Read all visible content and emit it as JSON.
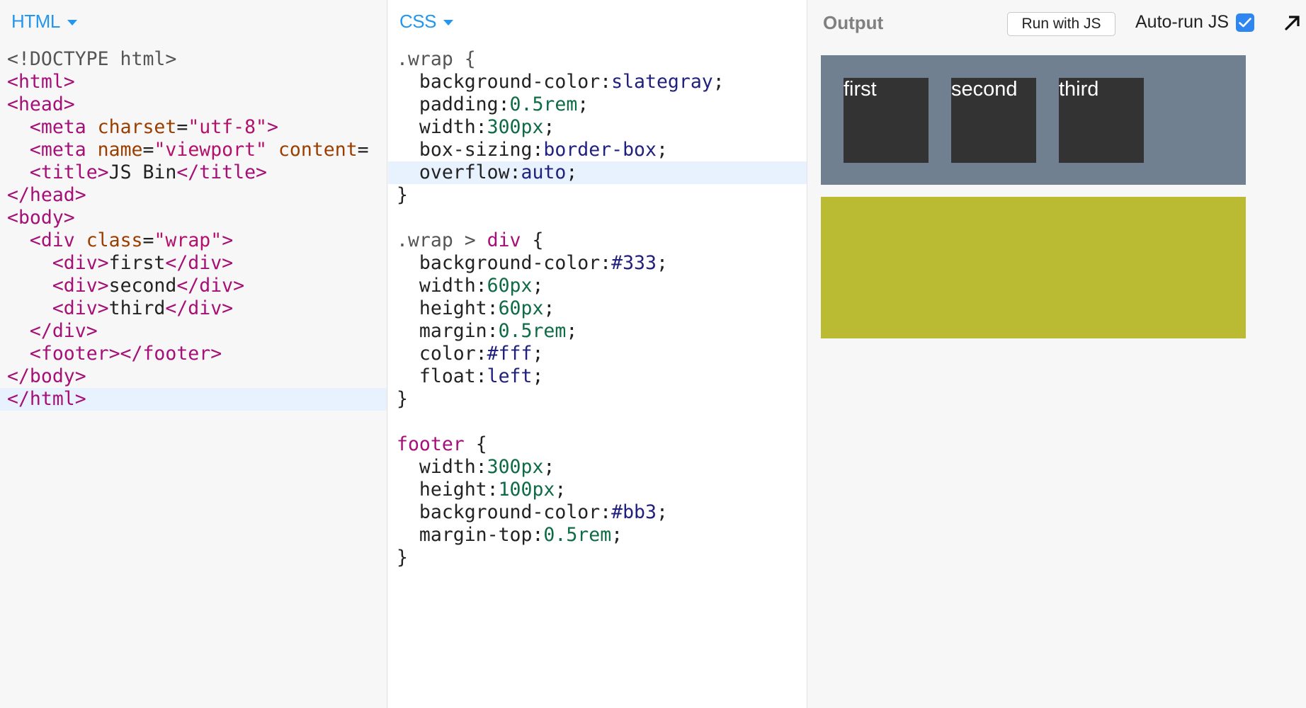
{
  "html_panel": {
    "label": "HTML",
    "lines": [
      [
        {
          "c": "doctype",
          "t": "<!DOCTYPE html>"
        }
      ],
      [
        {
          "c": "tag",
          "t": "<html>"
        }
      ],
      [
        {
          "c": "tag",
          "t": "<head>"
        }
      ],
      [
        {
          "c": "plain",
          "t": "  "
        },
        {
          "c": "tag",
          "t": "<meta "
        },
        {
          "c": "attr",
          "t": "charset"
        },
        {
          "c": "plain",
          "t": "="
        },
        {
          "c": "str",
          "t": "\"utf-8\""
        },
        {
          "c": "tag",
          "t": ">"
        }
      ],
      [
        {
          "c": "plain",
          "t": "  "
        },
        {
          "c": "tag",
          "t": "<meta "
        },
        {
          "c": "attr",
          "t": "name"
        },
        {
          "c": "plain",
          "t": "="
        },
        {
          "c": "str",
          "t": "\"viewport\""
        },
        {
          "c": "plain",
          "t": " "
        },
        {
          "c": "attr",
          "t": "content"
        },
        {
          "c": "plain",
          "t": "="
        }
      ],
      [
        {
          "c": "plain",
          "t": "  "
        },
        {
          "c": "tag",
          "t": "<title>"
        },
        {
          "c": "plain",
          "t": "JS Bin"
        },
        {
          "c": "tag",
          "t": "</title>"
        }
      ],
      [
        {
          "c": "tag",
          "t": "</head>"
        }
      ],
      [
        {
          "c": "tag",
          "t": "<body>"
        }
      ],
      [
        {
          "c": "plain",
          "t": "  "
        },
        {
          "c": "tag",
          "t": "<div "
        },
        {
          "c": "attr",
          "t": "class"
        },
        {
          "c": "plain",
          "t": "="
        },
        {
          "c": "str",
          "t": "\"wrap\""
        },
        {
          "c": "tag",
          "t": ">"
        }
      ],
      [
        {
          "c": "plain",
          "t": "    "
        },
        {
          "c": "tag",
          "t": "<div>"
        },
        {
          "c": "plain",
          "t": "first"
        },
        {
          "c": "tag",
          "t": "</div>"
        }
      ],
      [
        {
          "c": "plain",
          "t": "    "
        },
        {
          "c": "tag",
          "t": "<div>"
        },
        {
          "c": "plain",
          "t": "second"
        },
        {
          "c": "tag",
          "t": "</div>"
        }
      ],
      [
        {
          "c": "plain",
          "t": "    "
        },
        {
          "c": "tag",
          "t": "<div>"
        },
        {
          "c": "plain",
          "t": "third"
        },
        {
          "c": "tag",
          "t": "</div>"
        }
      ],
      [
        {
          "c": "plain",
          "t": "  "
        },
        {
          "c": "tag",
          "t": "</div>"
        }
      ],
      [
        {
          "c": "plain",
          "t": "  "
        },
        {
          "c": "tag",
          "t": "<footer></footer>"
        }
      ],
      [
        {
          "c": "tag",
          "t": "</body>"
        }
      ],
      [
        {
          "c": "tag",
          "t": "</html>"
        }
      ]
    ],
    "active_line": 15
  },
  "css_panel": {
    "label": "CSS",
    "lines": [
      [
        {
          "c": "sel",
          "t": ".wrap {"
        }
      ],
      [
        {
          "c": "prop",
          "t": "  background-color:"
        },
        {
          "c": "kw",
          "t": "slategray"
        },
        {
          "c": "plain",
          "t": ";"
        }
      ],
      [
        {
          "c": "prop",
          "t": "  padding:"
        },
        {
          "c": "num",
          "t": "0.5rem"
        },
        {
          "c": "plain",
          "t": ";"
        }
      ],
      [
        {
          "c": "prop",
          "t": "  width:"
        },
        {
          "c": "num",
          "t": "300px"
        },
        {
          "c": "plain",
          "t": ";"
        }
      ],
      [
        {
          "c": "prop",
          "t": "  box-sizing:"
        },
        {
          "c": "kw",
          "t": "border-box"
        },
        {
          "c": "plain",
          "t": ";"
        }
      ],
      [
        {
          "c": "prop",
          "t": "  overflow:"
        },
        {
          "c": "kw",
          "t": "auto"
        },
        {
          "c": "plain",
          "t": ";"
        }
      ],
      [
        {
          "c": "plain",
          "t": "}"
        }
      ],
      [],
      [
        {
          "c": "sel",
          "t": ".wrap > "
        },
        {
          "c": "tagsel",
          "t": "div"
        },
        {
          "c": "plain",
          "t": " {"
        }
      ],
      [
        {
          "c": "prop",
          "t": "  background-color:"
        },
        {
          "c": "hex",
          "t": "#333"
        },
        {
          "c": "plain",
          "t": ";"
        }
      ],
      [
        {
          "c": "prop",
          "t": "  width:"
        },
        {
          "c": "num",
          "t": "60px"
        },
        {
          "c": "plain",
          "t": ";"
        }
      ],
      [
        {
          "c": "prop",
          "t": "  height:"
        },
        {
          "c": "num",
          "t": "60px"
        },
        {
          "c": "plain",
          "t": ";"
        }
      ],
      [
        {
          "c": "prop",
          "t": "  margin:"
        },
        {
          "c": "num",
          "t": "0.5rem"
        },
        {
          "c": "plain",
          "t": ";"
        }
      ],
      [
        {
          "c": "prop",
          "t": "  color:"
        },
        {
          "c": "hex",
          "t": "#fff"
        },
        {
          "c": "plain",
          "t": ";"
        }
      ],
      [
        {
          "c": "prop",
          "t": "  float:"
        },
        {
          "c": "kw",
          "t": "left"
        },
        {
          "c": "plain",
          "t": ";"
        }
      ],
      [
        {
          "c": "plain",
          "t": "}"
        }
      ],
      [],
      [
        {
          "c": "tagsel",
          "t": "footer"
        },
        {
          "c": "plain",
          "t": " {"
        }
      ],
      [
        {
          "c": "prop",
          "t": "  width:"
        },
        {
          "c": "num",
          "t": "300px"
        },
        {
          "c": "plain",
          "t": ";"
        }
      ],
      [
        {
          "c": "prop",
          "t": "  height:"
        },
        {
          "c": "num",
          "t": "100px"
        },
        {
          "c": "plain",
          "t": ";"
        }
      ],
      [
        {
          "c": "prop",
          "t": "  background-color:"
        },
        {
          "c": "hex",
          "t": "#bb3"
        },
        {
          "c": "plain",
          "t": ";"
        }
      ],
      [
        {
          "c": "prop",
          "t": "  margin-top:"
        },
        {
          "c": "num",
          "t": "0.5rem"
        },
        {
          "c": "plain",
          "t": ";"
        }
      ],
      [
        {
          "c": "plain",
          "t": "}"
        }
      ]
    ],
    "active_line": 5
  },
  "output_panel": {
    "title": "Output",
    "run_button_label": "Run with JS",
    "autorun_label": "Auto-run JS",
    "autorun_checked": true,
    "preview": {
      "wrap_color": "#708090",
      "box_color": "#333333",
      "footer_color": "#bbbb33",
      "boxes": [
        "first",
        "second",
        "third"
      ]
    }
  },
  "colors": {
    "accent": "#2396ef",
    "checkbox": "#2e86f0",
    "active_line": "#e8f2fe"
  }
}
